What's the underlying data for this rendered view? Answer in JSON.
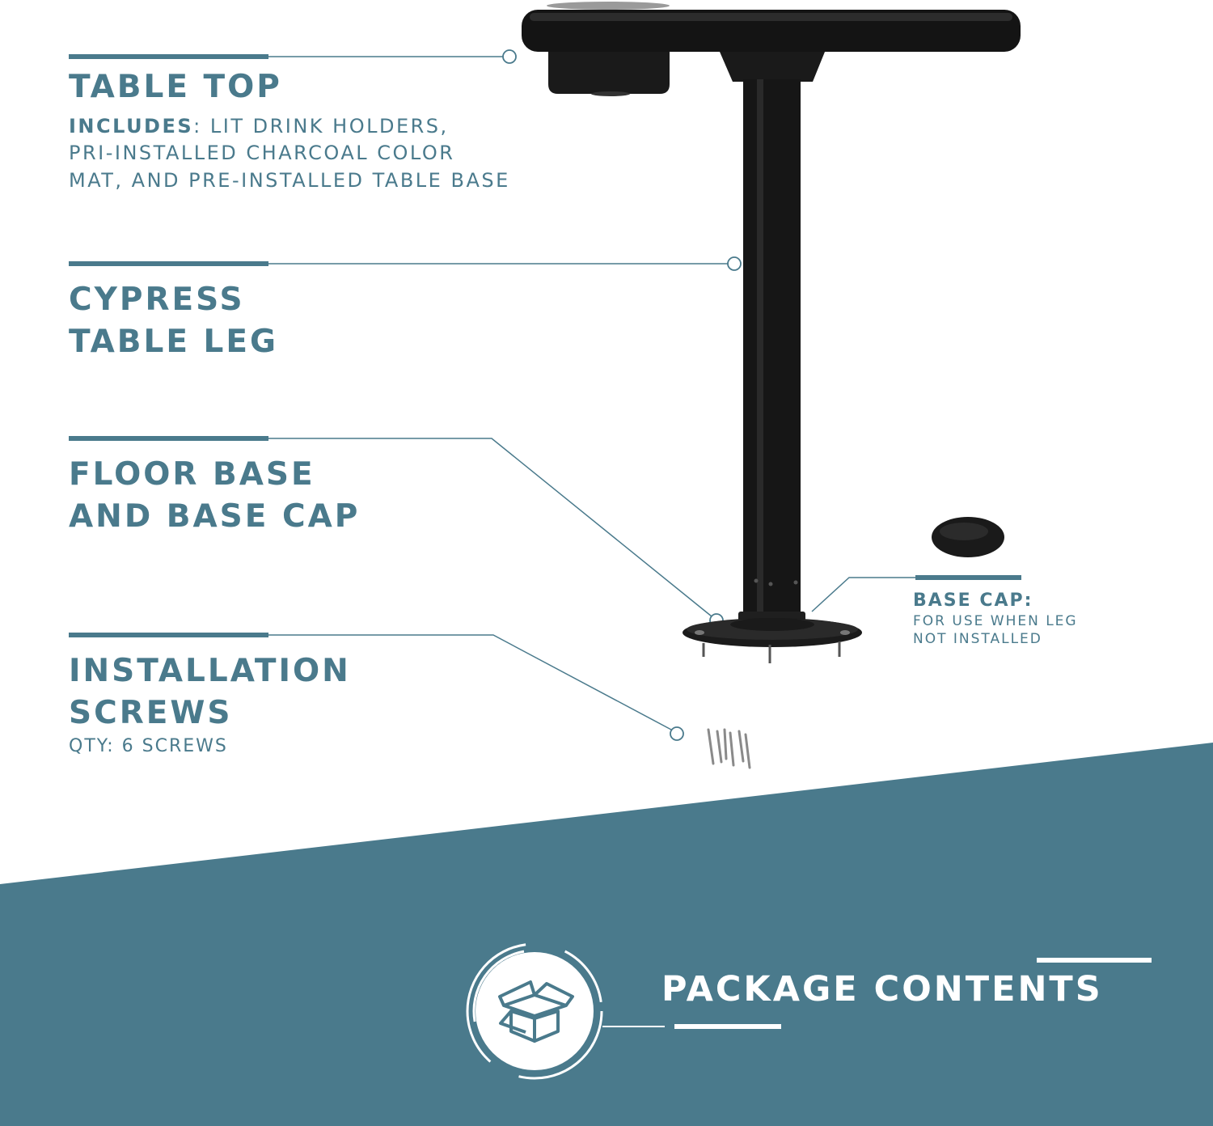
{
  "callouts": {
    "table_top": {
      "title": "TABLE TOP",
      "includes_label": "INCLUDES",
      "includes_rest": ": LIT DRINK HOLDERS,",
      "line2": "PRI-INSTALLED CHARCOAL COLOR",
      "line3": "MAT, AND PRE-INSTALLED TABLE BASE"
    },
    "table_leg": {
      "line1": "CYPRESS",
      "line2": "TABLE LEG"
    },
    "floor_base": {
      "line1": "FLOOR BASE",
      "line2": "AND BASE CAP"
    },
    "screws": {
      "line1": "INSTALLATION",
      "line2": "SCREWS",
      "qty": "QTY: 6 SCREWS"
    },
    "base_cap": {
      "title": "BASE CAP:",
      "line1": "FOR USE WHEN LEG",
      "line2": "NOT INSTALLED"
    }
  },
  "banner": {
    "title": "PACKAGE CONTENTS",
    "icon": "open-box-icon"
  },
  "colors": {
    "accent": "#4a7a8c",
    "product": "#111111",
    "banner_text": "#ffffff"
  }
}
